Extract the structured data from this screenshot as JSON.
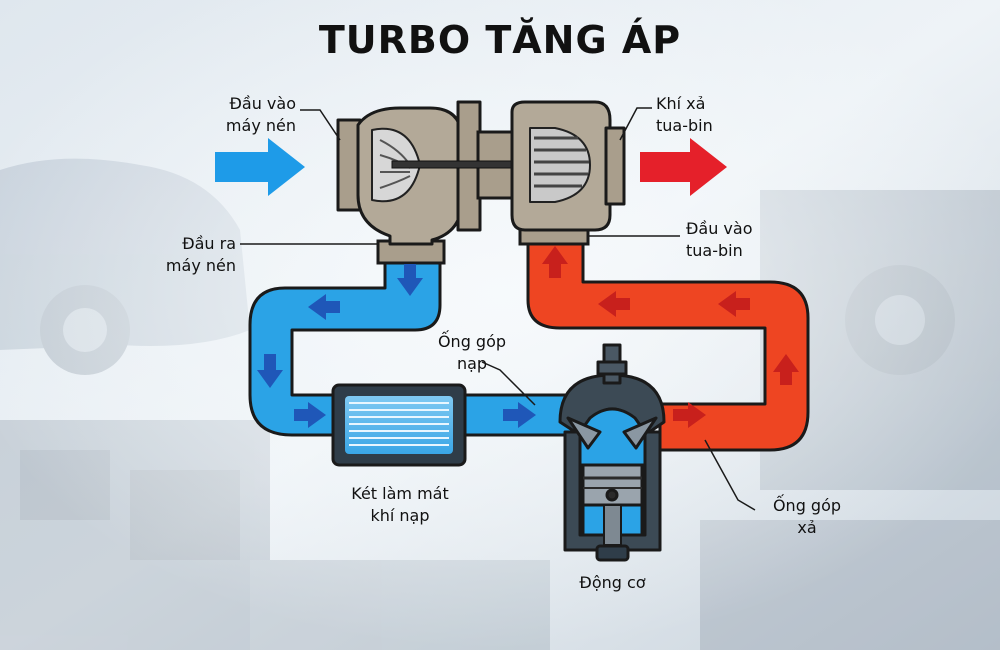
{
  "title": "TURBO TĂNG ÁP",
  "labels": {
    "compressor_inlet": "Đầu vào\nmáy nén",
    "compressor_outlet": "Đầu ra\nmáy nén",
    "turbine_exhaust": "Khí xả\ntua-bin",
    "turbine_inlet": "Đầu vào\ntua-bin",
    "intake_manifold": "Ống góp\nnạp",
    "intercooler": "Két làm mát\nkhí nạp",
    "engine": "Động cơ",
    "exhaust_manifold": "Ống góp\nxả"
  },
  "colors": {
    "intake_air": "#2ba3e6",
    "exhaust_gas": "#ee4522",
    "arrow_dark_blue": "#1f57b8",
    "arrow_dark_red": "#c8201c",
    "housing": "#b3a998",
    "engine_block": "#3c4a55"
  },
  "icons": [
    "intake-arrow-icon",
    "exhaust-arrow-icon",
    "compressor-wheel-icon",
    "turbine-wheel-icon",
    "piston-icon",
    "spark-plug-icon"
  ]
}
